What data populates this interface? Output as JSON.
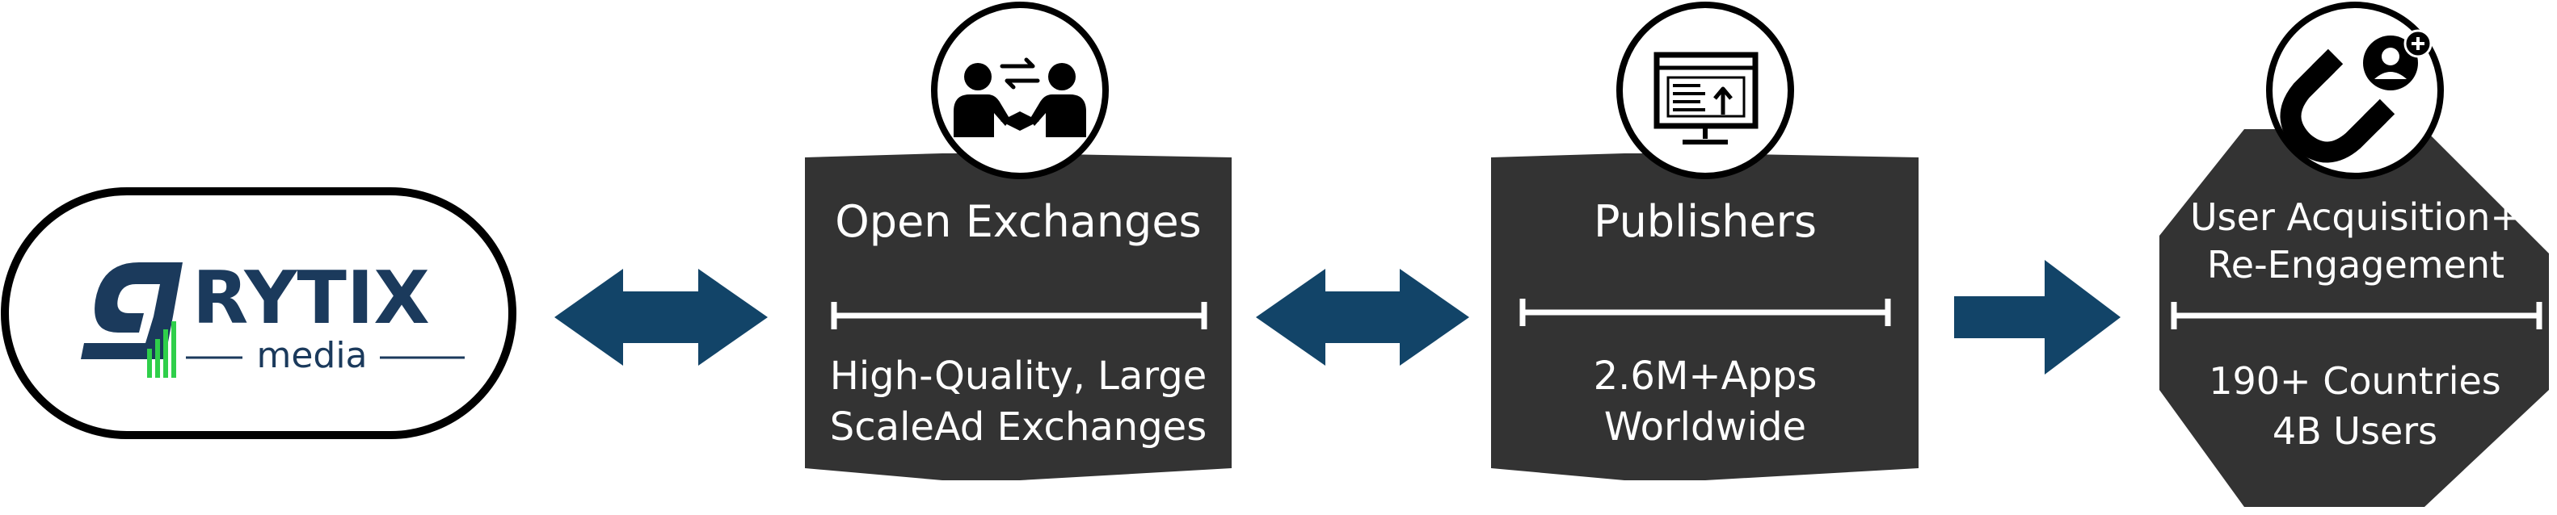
{
  "colors": {
    "box_fill": "#333333",
    "arrow": "#124468",
    "logo_navy": "#1b3a5c",
    "logo_green": "#2fcf4a",
    "white": "#ffffff",
    "black": "#000000"
  },
  "logo": {
    "brand": "RYTIX",
    "sub": "media",
    "mark_icon": "nine-mark-icon",
    "bars_icon": "growth-bars-icon"
  },
  "boxes": [
    {
      "icon": "handshake-exchange-icon",
      "title_lines": [
        "Open Exchanges"
      ],
      "body_lines": [
        "High-Quality, Large",
        "ScaleAd Exchanges"
      ]
    },
    {
      "icon": "browser-upload-icon",
      "title_lines": [
        "Publishers"
      ],
      "body_lines": [
        "2.6M+Apps",
        "Worldwide"
      ]
    },
    {
      "icon": "magnet-user-icon",
      "title_lines": [
        "User Acquisition+",
        "Re-Engagement"
      ],
      "body_lines": [
        "190+ Countries",
        "4B Users"
      ]
    }
  ],
  "connectors": [
    {
      "direction": "bidirectional"
    },
    {
      "direction": "bidirectional"
    },
    {
      "direction": "right"
    }
  ]
}
